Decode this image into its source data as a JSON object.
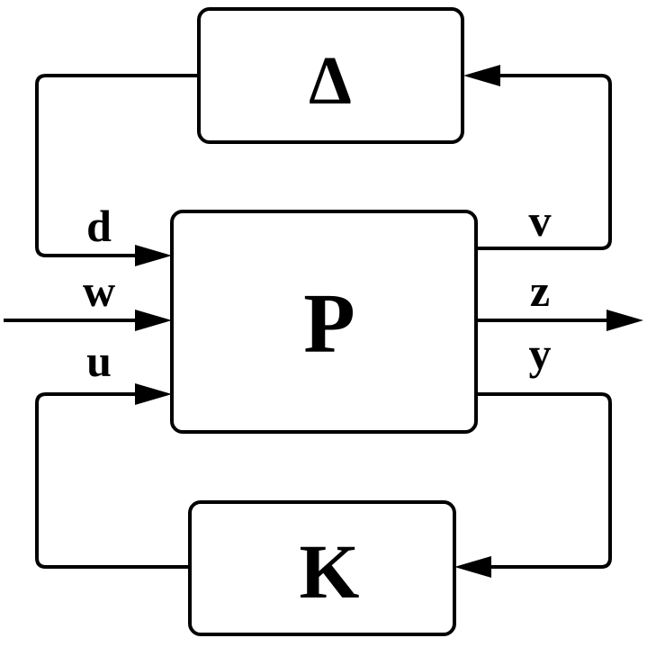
{
  "blocks": {
    "delta": "Δ",
    "plant": "P",
    "controller": "K"
  },
  "signals": {
    "d": "d",
    "w": "w",
    "u": "u",
    "v": "v",
    "z": "z",
    "y": "y"
  },
  "colors": {
    "stroke": "#000000",
    "background": "#ffffff"
  }
}
